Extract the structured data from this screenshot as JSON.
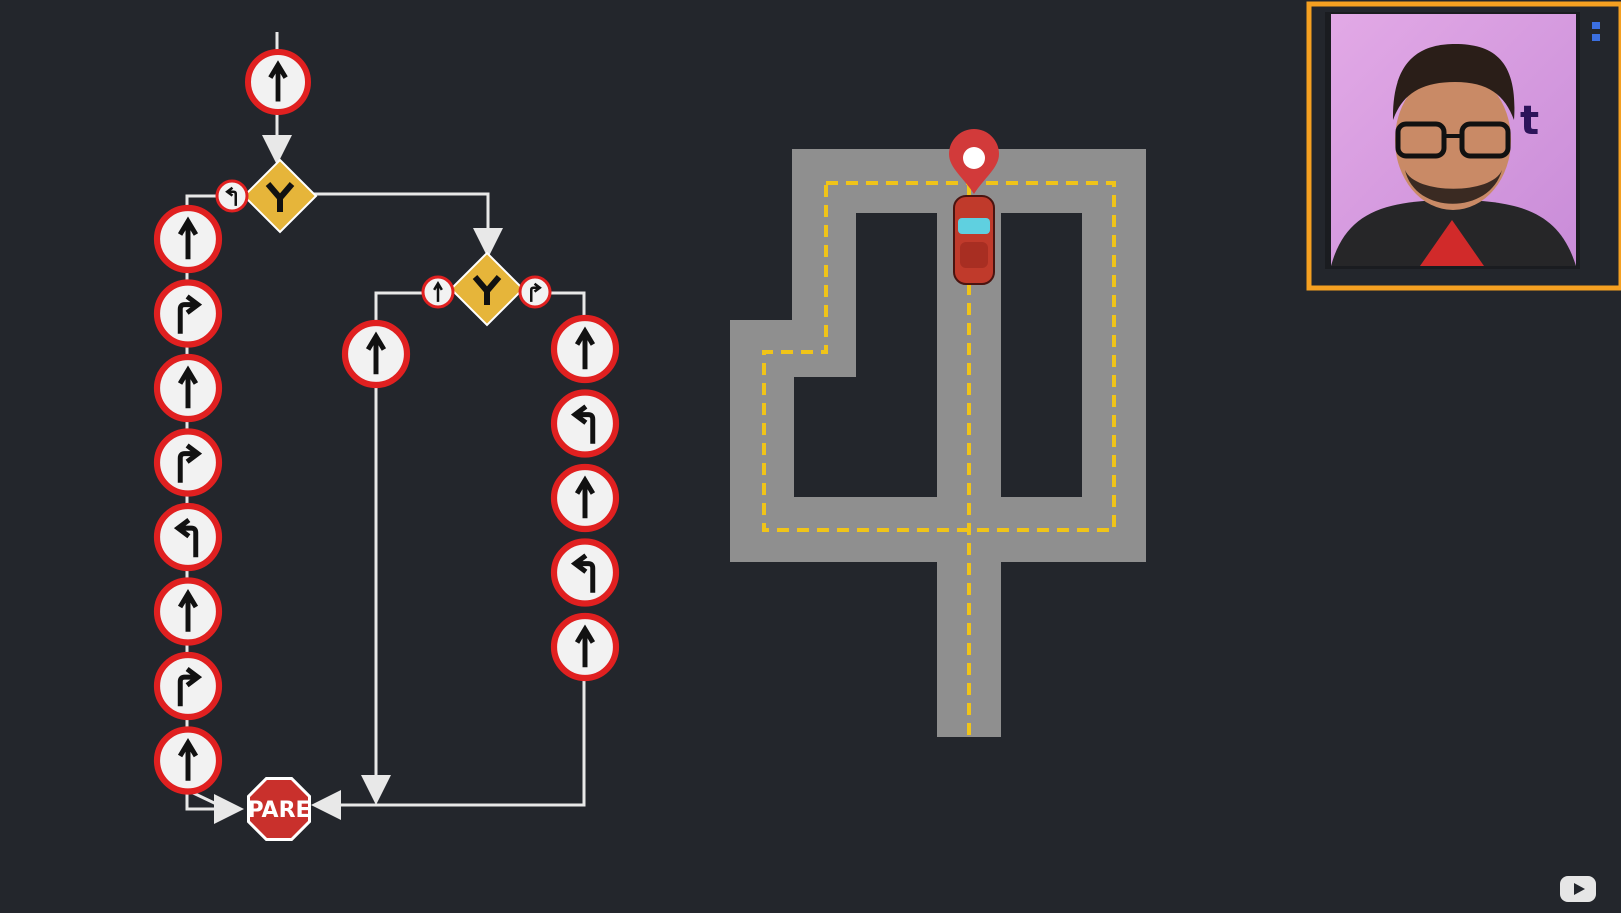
{
  "flowchart": {
    "start_sign": "straight",
    "decisions": [
      {
        "id": "main",
        "left_sign": "left",
        "symbol": "Y"
      },
      {
        "id": "inner",
        "left_sign": "straight",
        "right_sign": "right",
        "symbol": "Y"
      }
    ],
    "left_column": [
      "straight",
      "right",
      "straight",
      "right",
      "left",
      "straight",
      "right",
      "straight"
    ],
    "middle_column": [
      "straight"
    ],
    "right_column": [
      "straight",
      "left",
      "straight",
      "left",
      "straight"
    ],
    "stop_sign": {
      "text": "PARE",
      "color": "#c9302c"
    }
  },
  "map": {
    "road_color": "#8f8f8f",
    "lane_marking_color": "#f0c419",
    "destination_pin_color": "#d23a3a",
    "car_color": "#c03a2b",
    "car_window_color": "#5fd0e0"
  },
  "webcam": {
    "frame_color": "#f5a021",
    "partial_text": "t"
  },
  "colors": {
    "background": "#23262c",
    "sign_ring": "#e02020",
    "sign_face": "#f2f2f2",
    "decision_fill": "#e6b53a",
    "arrow": "#e8e8e8"
  },
  "icons": {
    "corner_play": "play-icon",
    "corner_menu": "menu-icon"
  }
}
